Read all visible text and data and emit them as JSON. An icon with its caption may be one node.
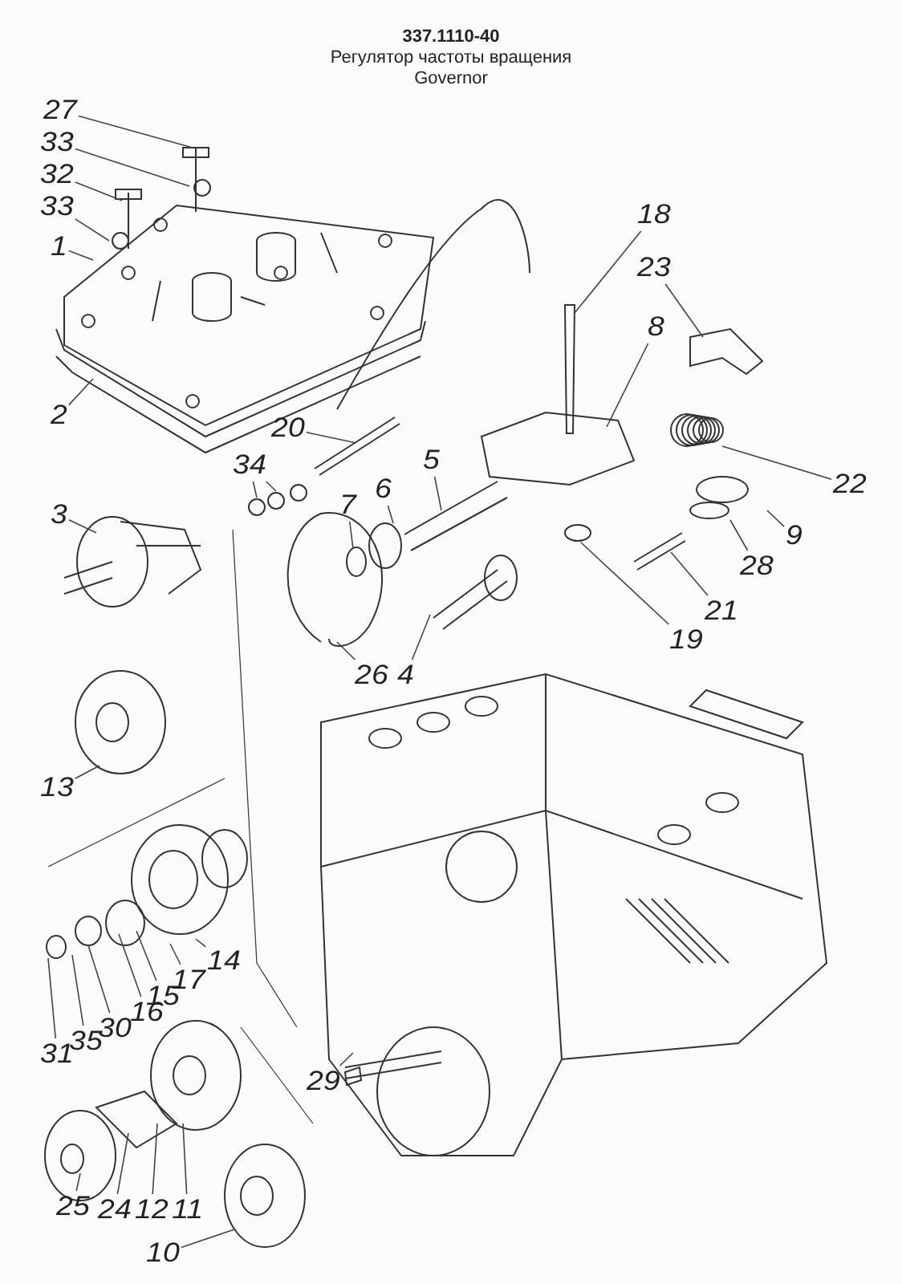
{
  "diagram": {
    "title": "337.1110-40",
    "nodes": [
      {
        "text": [
          "27"
        ]
      },
      {
        "text": [
          "33"
        ]
      },
      {
        "text": [
          "32"
        ]
      },
      {
        "text": [
          "33"
        ]
      },
      {
        "text": [
          "1"
        ]
      },
      {
        "text": [
          "18"
        ]
      },
      {
        "text": [
          "23"
        ]
      },
      {
        "text": [
          "8"
        ]
      },
      {
        "text": [
          "2"
        ]
      },
      {
        "text": [
          "20"
        ]
      },
      {
        "text": [
          "34"
        ]
      },
      {
        "text": [
          "5"
        ]
      },
      {
        "text": [
          "6"
        ]
      },
      {
        "text": [
          "7"
        ]
      },
      {
        "text": [
          "22"
        ]
      },
      {
        "text": [
          "3"
        ]
      },
      {
        "text": [
          "9"
        ]
      },
      {
        "text": [
          "28"
        ]
      },
      {
        "text": [
          "21"
        ]
      },
      {
        "text": [
          "19"
        ]
      },
      {
        "text": [
          "26"
        ]
      },
      {
        "text": [
          "4"
        ]
      },
      {
        "text": [
          "13"
        ]
      },
      {
        "text": [
          "14"
        ]
      },
      {
        "text": [
          "17"
        ]
      },
      {
        "text": [
          "15"
        ]
      },
      {
        "text": [
          "16"
        ]
      },
      {
        "text": [
          "30"
        ]
      },
      {
        "text": [
          "35"
        ]
      },
      {
        "text": [
          "31"
        ]
      },
      {
        "text": [
          "29"
        ]
      },
      {
        "text": [
          "25"
        ]
      },
      {
        "text": [
          "24"
        ]
      },
      {
        "text": [
          "12"
        ]
      },
      {
        "text": [
          "11"
        ]
      },
      {
        "text": [
          "10"
        ]
      }
    ],
    "edges": [
      {
        "from": 0,
        "to": null,
        "arrow": "none"
      },
      {
        "from": 1,
        "to": null,
        "arrow": "none"
      },
      {
        "from": 2,
        "to": null,
        "arrow": "none"
      },
      {
        "from": 3,
        "to": null,
        "arrow": "none"
      },
      {
        "from": 4,
        "to": null,
        "arrow": "none"
      },
      {
        "from": 5,
        "to": null,
        "arrow": "none"
      },
      {
        "from": 6,
        "to": null,
        "arrow": "none"
      },
      {
        "from": 7,
        "to": null,
        "arrow": "none"
      },
      {
        "from": 8,
        "to": null,
        "arrow": "none"
      },
      {
        "from": 9,
        "to": null,
        "arrow": "none"
      },
      {
        "from": 10,
        "to": null,
        "arrow": "none"
      },
      {
        "from": 10,
        "to": null,
        "arrow": "none"
      },
      {
        "from": 11,
        "to": null,
        "arrow": "none"
      },
      {
        "from": 12,
        "to": null,
        "arrow": "none"
      },
      {
        "from": 13,
        "to": null,
        "arrow": "none"
      },
      {
        "from": 14,
        "to": null,
        "arrow": "none"
      },
      {
        "from": 15,
        "to": null,
        "arrow": "none"
      },
      {
        "from": 16,
        "to": null,
        "arrow": "none"
      },
      {
        "from": 17,
        "to": null,
        "arrow": "none"
      },
      {
        "from": 18,
        "to": null,
        "arrow": "none"
      },
      {
        "from": 19,
        "to": null,
        "arrow": "none"
      },
      {
        "from": 20,
        "to": null,
        "arrow": "none"
      },
      {
        "from": 21,
        "to": null,
        "arrow": "none"
      },
      {
        "from": 22,
        "to": null,
        "arrow": "none"
      },
      {
        "from": 23,
        "to": null,
        "arrow": "none"
      },
      {
        "from": 24,
        "to": null,
        "arrow": "none"
      },
      {
        "from": 25,
        "to": null,
        "arrow": "none"
      },
      {
        "from": 26,
        "to": null,
        "arrow": "none"
      },
      {
        "from": 27,
        "to": null,
        "arrow": "none"
      },
      {
        "from": 28,
        "to": null,
        "arrow": "none"
      },
      {
        "from": 29,
        "to": null,
        "arrow": "none"
      },
      {
        "from": 30,
        "to": null,
        "arrow": "none"
      },
      {
        "from": 31,
        "to": null,
        "arrow": "none"
      },
      {
        "from": 32,
        "to": null,
        "arrow": "none"
      },
      {
        "from": 33,
        "to": null,
        "arrow": "none"
      },
      {
        "from": 34,
        "to": null,
        "arrow": "none"
      },
      {
        "from": 35,
        "to": null,
        "arrow": "none"
      }
    ],
    "labels": [
      "Регулятор частоты вращения",
      "Governor"
    ]
  }
}
